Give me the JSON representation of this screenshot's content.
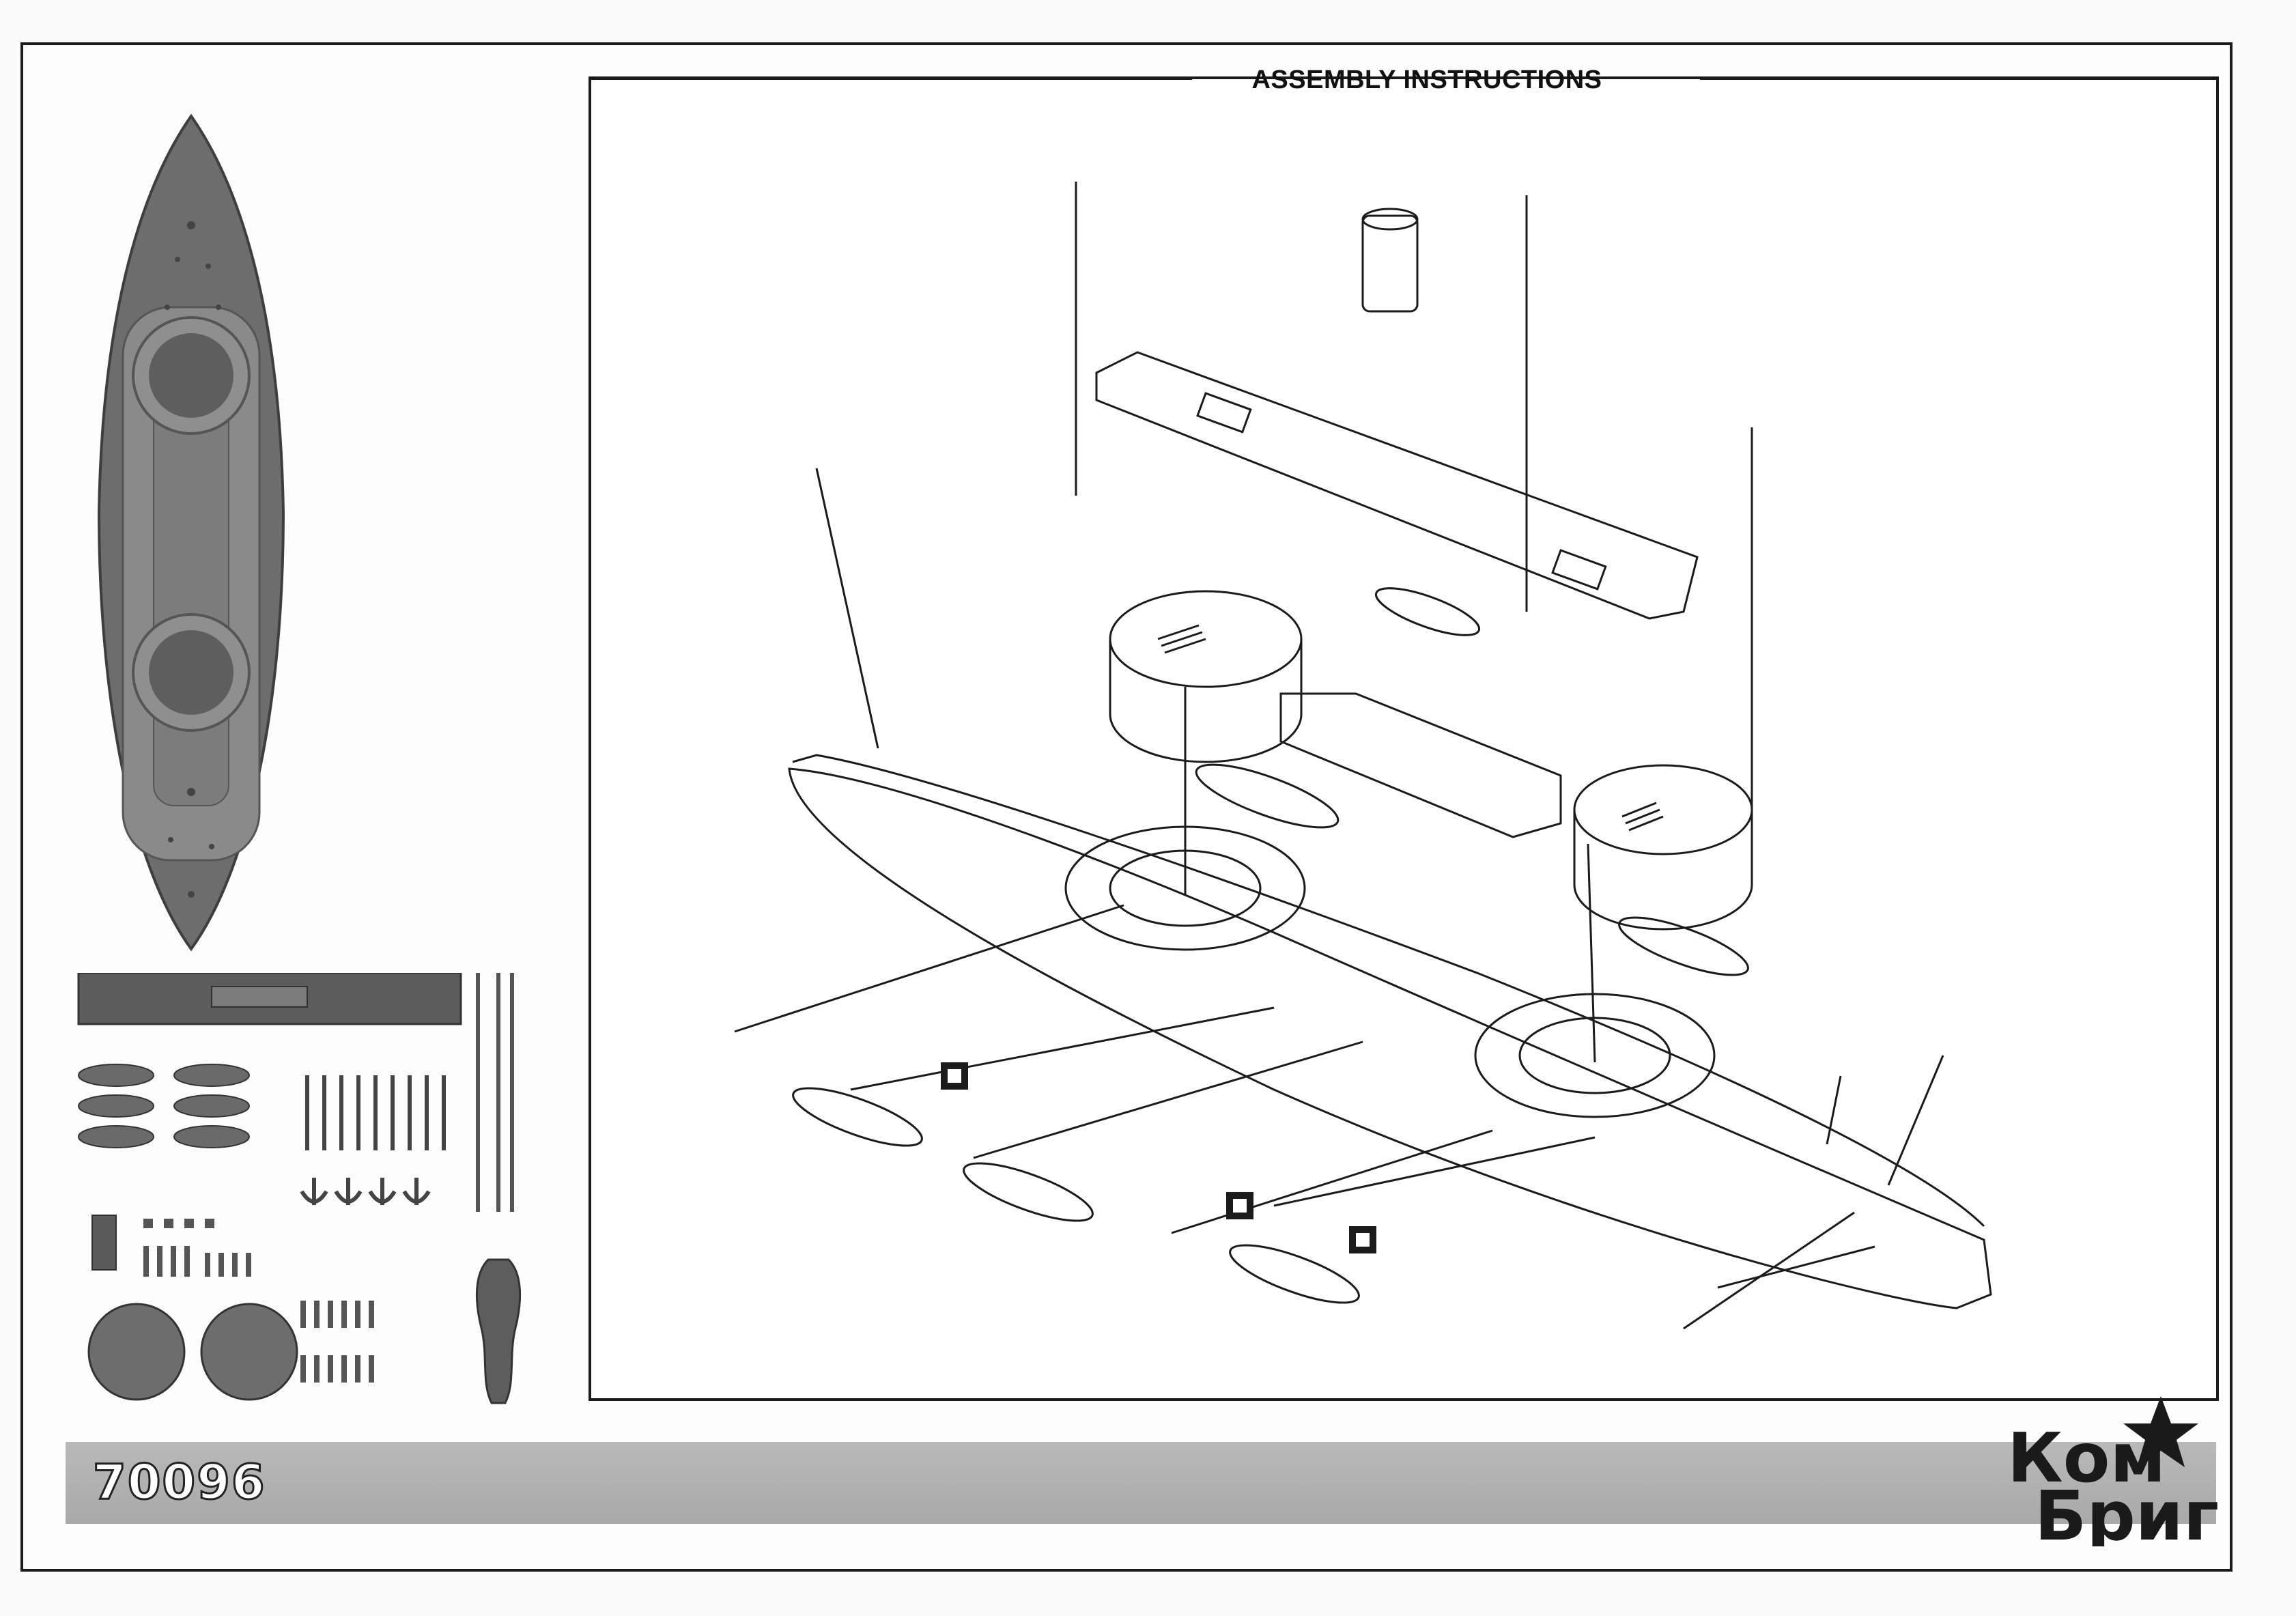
{
  "header": {
    "title": "ASSEMBLY INSTRUCTIONS"
  },
  "footer": {
    "kit_number": "70096"
  },
  "brand": {
    "line1": "Ком",
    "line2": "Бриг"
  },
  "colors": {
    "ink": "#1b1b1b",
    "part_grey": "#6d6d6d",
    "footer_grey": "#b0b0b0"
  }
}
